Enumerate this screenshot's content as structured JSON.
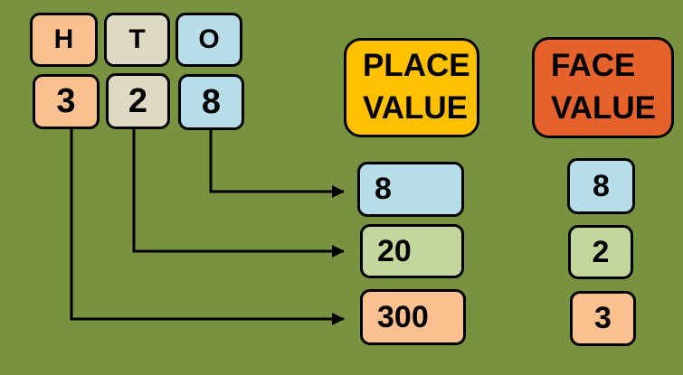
{
  "colors": {
    "background": "#78923F",
    "peach": "#FAC090",
    "tan": "#DDD9C3",
    "blue": "#B7DDE8",
    "light_green": "#C3D69B",
    "yellow": "#FFC000",
    "orange_red": "#E5622D",
    "line": "#000000"
  },
  "columns": [
    {
      "letter": "H",
      "digit": "3"
    },
    {
      "letter": "T",
      "digit": "2"
    },
    {
      "letter": "O",
      "digit": "8"
    }
  ],
  "place_value_header": {
    "line1": "PLACE",
    "line2": "VALUE"
  },
  "face_value_header": {
    "line1": "FACE",
    "line2": "VALUE"
  },
  "place_values": [
    "8",
    "20",
    "300"
  ],
  "face_values": [
    "8",
    "2",
    "3"
  ]
}
